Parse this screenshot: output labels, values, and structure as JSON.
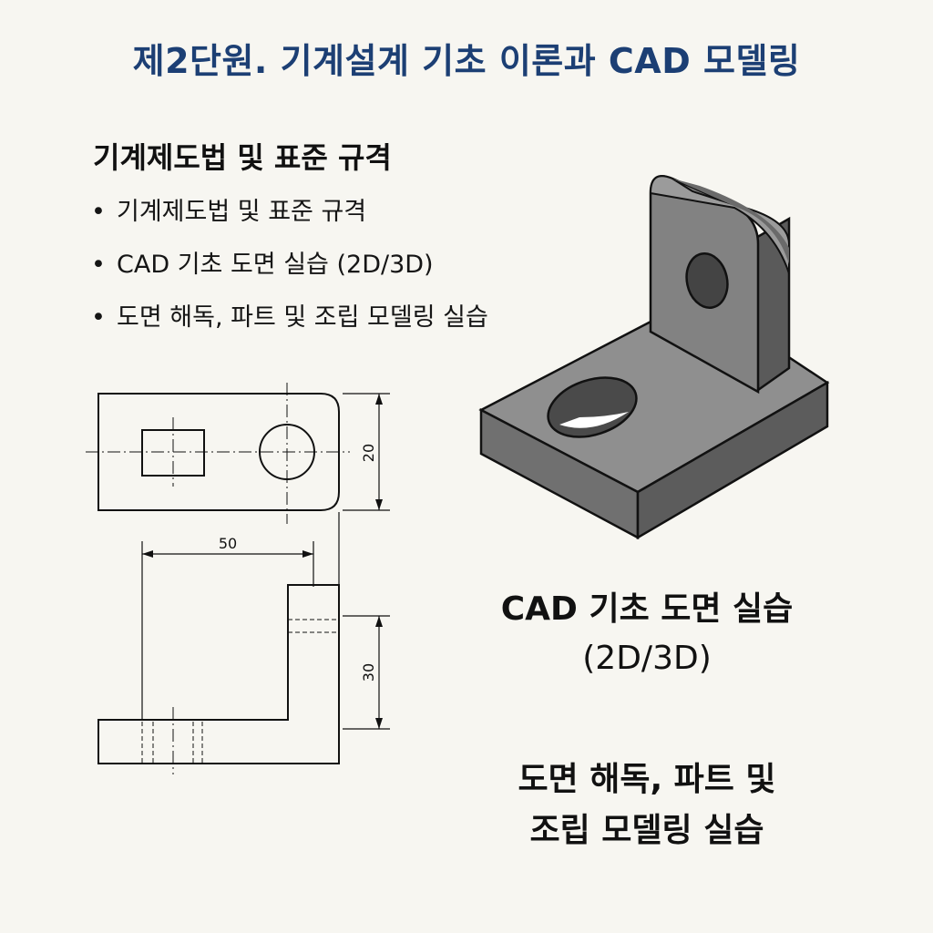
{
  "title": "제2단원. 기계설계 기초 이론과 CAD 모델링",
  "section_heading": "기계제도법 및 표준 규격",
  "bullets": [
    {
      "label": "기계제도법 및 표준 규격"
    },
    {
      "label": "CAD 기초 도면 실습 (2D/3D)"
    },
    {
      "label": "도면 해독, 파트 및 조립 모델링 실습"
    }
  ],
  "bullet_symbol": "•",
  "drawing": {
    "dim_height_top": "20",
    "dim_width": "50",
    "dim_height_side": "30"
  },
  "captions": {
    "cad_line1": "CAD 기초 도면 실습",
    "cad_line2": "(2D/3D)",
    "practice_line1": "도면 해독, 파트 및",
    "practice_line2": "조립 모델링 실습"
  },
  "colors": {
    "title": "#1c3f74",
    "background": "#f7f6f1",
    "part_top": "#8e8e8e",
    "part_front": "#6f6f6f",
    "part_side": "#5a5a5a"
  },
  "icons": {
    "isometric_part": "bracket-3d-illustration",
    "technical_drawing": "orthographic-drawing"
  }
}
